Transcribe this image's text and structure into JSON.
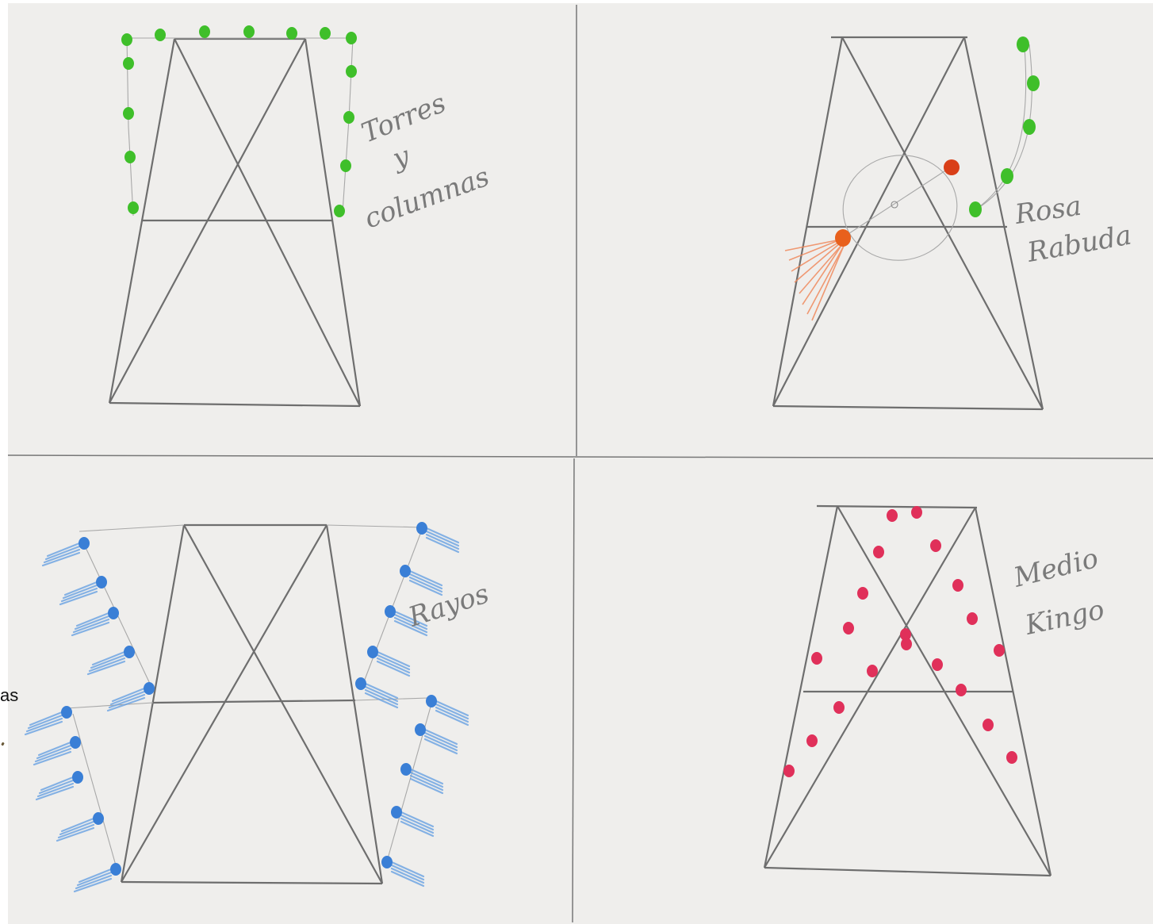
{
  "outside_fragment": "as",
  "panels": [
    {
      "id": "top-left",
      "label_lines": [
        "Torres",
        "y",
        "columnas"
      ],
      "dot_color": "#3fbf2a"
    },
    {
      "id": "top-right",
      "label_lines": [
        "Rosa",
        "Rabuda"
      ],
      "dot_color": "#3fbf2a",
      "accent_color": "#e8601c"
    },
    {
      "id": "bottom-left",
      "label_lines": [
        "Rayos"
      ],
      "dot_color": "#3a7fd6"
    },
    {
      "id": "bottom-right",
      "label_lines": [
        "Medio",
        "Kingo"
      ],
      "dot_color": "#e0305a"
    }
  ],
  "colors": {
    "pencil": "#6e6e6e",
    "paper": "#efeeec"
  }
}
